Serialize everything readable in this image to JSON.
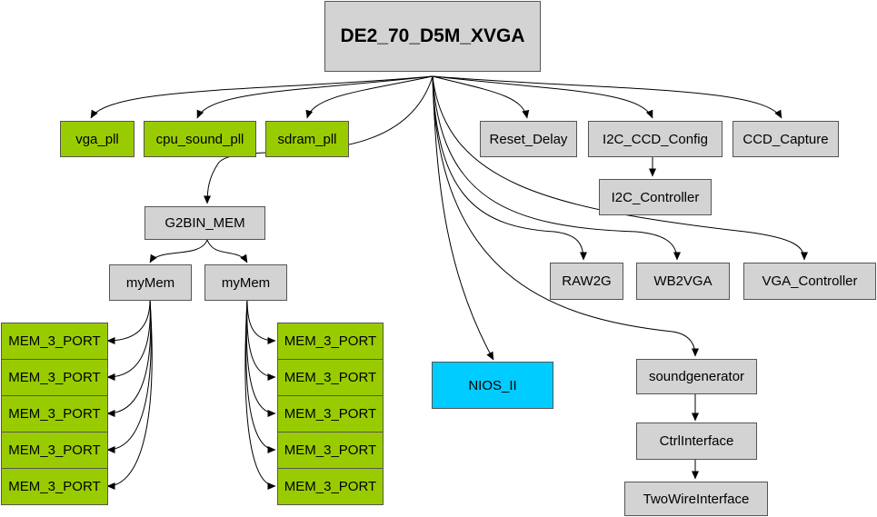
{
  "colors": {
    "module": "#d3d3d3",
    "ip_block": "#99cc00",
    "processor": "#00ccff",
    "edge": "#000000"
  },
  "nodes": {
    "root": "DE2_70_D5M_XVGA",
    "vga_pll": "vga_pll",
    "cpu_sound_pll": "cpu_sound_pll",
    "sdram_pll": "sdram_pll",
    "reset_delay": "Reset_Delay",
    "i2c_ccd_config": "I2C_CCD_Config",
    "ccd_capture": "CCD_Capture",
    "i2c_controller": "I2C_Controller",
    "g2bin_mem": "G2BIN_MEM",
    "mymem_left": "myMem",
    "mymem_right": "myMem",
    "raw2g": "RAW2G",
    "wb2vga": "WB2VGA",
    "vga_controller": "VGA_Controller",
    "nios_ii": "NIOS_II",
    "soundgenerator": "soundgenerator",
    "ctrlinterface": "CtrlInterface",
    "twowireinterface": "TwoWireInterface",
    "mem_3_port": "MEM_3_PORT"
  }
}
